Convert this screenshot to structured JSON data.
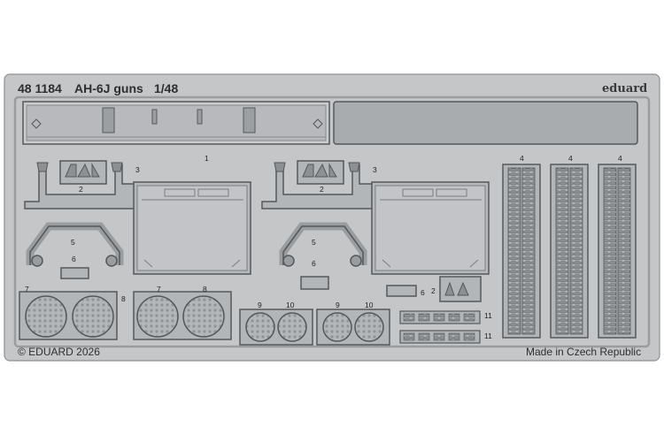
{
  "header": {
    "catalog_number": "48 1184",
    "title": "AH-6J guns",
    "scale": "1/48",
    "brand": "eduard"
  },
  "footer": {
    "copyright": "© EDUARD 2026",
    "origin": "Made in Czech Republic"
  },
  "part_numbers": {
    "p1": "1",
    "p2": "2",
    "p3": "3",
    "p4": "4",
    "p5": "5",
    "p6": "6",
    "p7": "7",
    "p8": "8",
    "p9": "9",
    "p10": "10",
    "p11": "11"
  },
  "colors": {
    "fret": "#c4c6c8",
    "part": "#a9acaf",
    "edge": "#5e6164",
    "text": "#2e2e2e"
  }
}
